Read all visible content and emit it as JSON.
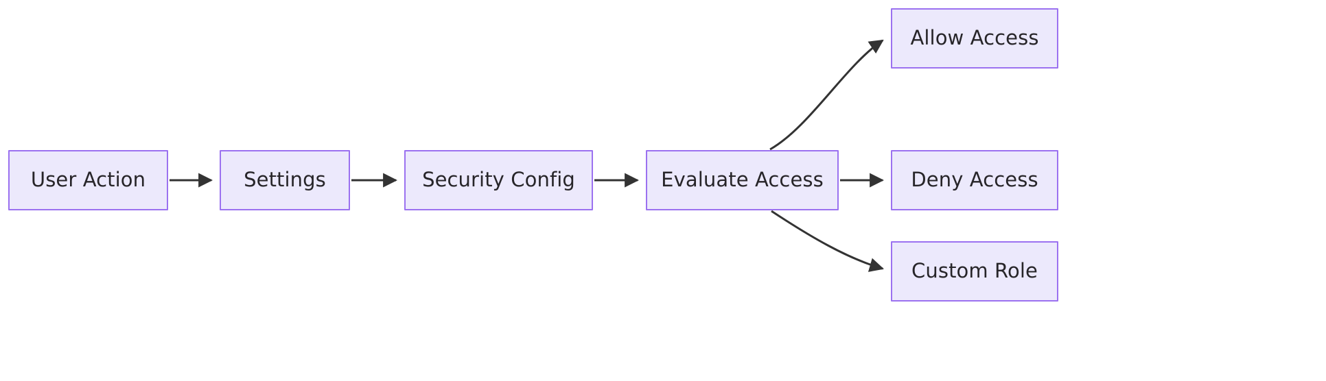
{
  "diagram": {
    "type": "flowchart",
    "direction": "left-to-right",
    "title": "",
    "background_color": "#ffffff",
    "node_fill_color": "#ece9fc",
    "node_border_color": "#9b71f0",
    "node_text_color": "#272529",
    "edge_color": "#333333",
    "nodes": [
      {
        "id": "user_action",
        "label": "User Action"
      },
      {
        "id": "settings",
        "label": "Settings"
      },
      {
        "id": "security_config",
        "label": "Security Config"
      },
      {
        "id": "evaluate_access",
        "label": "Evaluate Access"
      },
      {
        "id": "allow_access",
        "label": "Allow Access"
      },
      {
        "id": "deny_access",
        "label": "Deny Access"
      },
      {
        "id": "custom_role",
        "label": "Custom Role"
      }
    ],
    "edges": [
      {
        "from": "user_action",
        "to": "settings",
        "label": "",
        "style": "straight-arrow"
      },
      {
        "from": "settings",
        "to": "security_config",
        "label": "",
        "style": "straight-arrow"
      },
      {
        "from": "security_config",
        "to": "evaluate_access",
        "label": "",
        "style": "straight-arrow"
      },
      {
        "from": "evaluate_access",
        "to": "allow_access",
        "label": "",
        "style": "curved-arrow-up"
      },
      {
        "from": "evaluate_access",
        "to": "deny_access",
        "label": "",
        "style": "straight-arrow"
      },
      {
        "from": "evaluate_access",
        "to": "custom_role",
        "label": "",
        "style": "curved-arrow-down"
      }
    ]
  }
}
